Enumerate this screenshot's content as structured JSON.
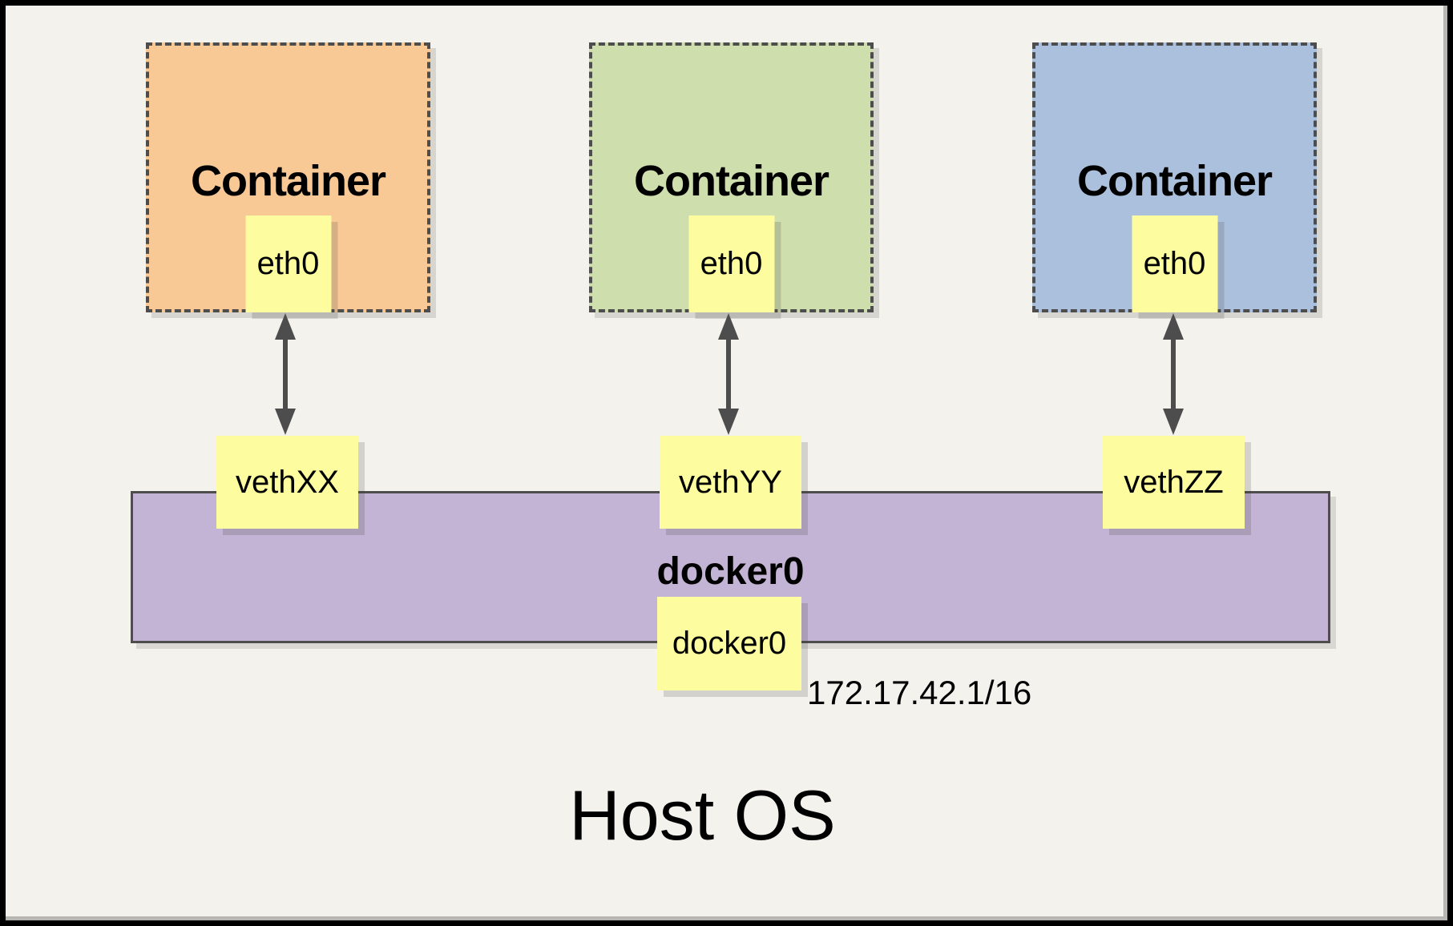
{
  "diagram": {
    "host_label": "Host OS",
    "containers": [
      {
        "label": "Container",
        "interface": "eth0",
        "veth": "vethXX",
        "color": "#f8c995"
      },
      {
        "label": "Container",
        "interface": "eth0",
        "veth": "vethYY",
        "color": "#cfdead"
      },
      {
        "label": "Container",
        "interface": "eth0",
        "veth": "vethZZ",
        "color": "#abc0dd"
      }
    ],
    "bridge": {
      "label": "docker0",
      "interface": "docker0",
      "ip": "172.17.42.1/16",
      "color": "#c3b3d4"
    },
    "colors": {
      "background": "#f4f2ed",
      "node_fill": "#fdfc9e",
      "line": "#4d4d4d",
      "frame": "#000000"
    }
  }
}
